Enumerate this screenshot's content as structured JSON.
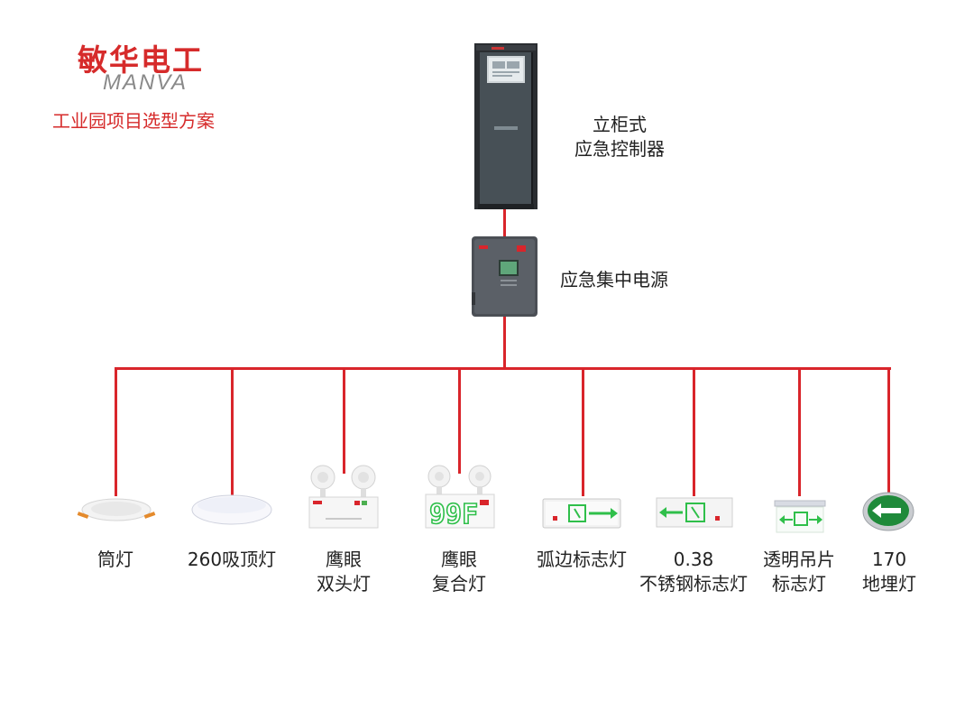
{
  "brand": {
    "name_cn": "敏华电工",
    "name_en": "MANVA",
    "subtitle": "工业园项目选型方案"
  },
  "controller": {
    "label_lines": [
      "立柜式",
      "应急控制器"
    ]
  },
  "power_supply": {
    "label": "应急集中电源"
  },
  "fixtures": [
    {
      "label_lines": [
        "筒灯"
      ],
      "icon": "downlight-icon"
    },
    {
      "label_lines": [
        "260吸顶灯"
      ],
      "icon": "ceiling-light-icon"
    },
    {
      "label_lines": [
        "鹰眼",
        "双头灯"
      ],
      "icon": "twin-head-light-icon"
    },
    {
      "label_lines": [
        "鹰眼",
        "复合灯"
      ],
      "icon": "combo-light-icon",
      "display": "99F"
    },
    {
      "label_lines": [
        "弧边标志灯"
      ],
      "icon": "exit-sign-icon"
    },
    {
      "label_lines": [
        "0.38",
        "不锈钢标志灯"
      ],
      "icon": "steel-exit-sign-icon"
    },
    {
      "label_lines": [
        "透明吊片",
        "标志灯"
      ],
      "icon": "hanging-exit-sign-icon"
    },
    {
      "label_lines": [
        "170",
        "地埋灯"
      ],
      "icon": "floor-light-icon"
    }
  ],
  "colors": {
    "wire": "#d9252b",
    "brand_red": "#d62b2b",
    "sign_green": "#2fbf4a",
    "cabinet": "#2a2d31"
  }
}
